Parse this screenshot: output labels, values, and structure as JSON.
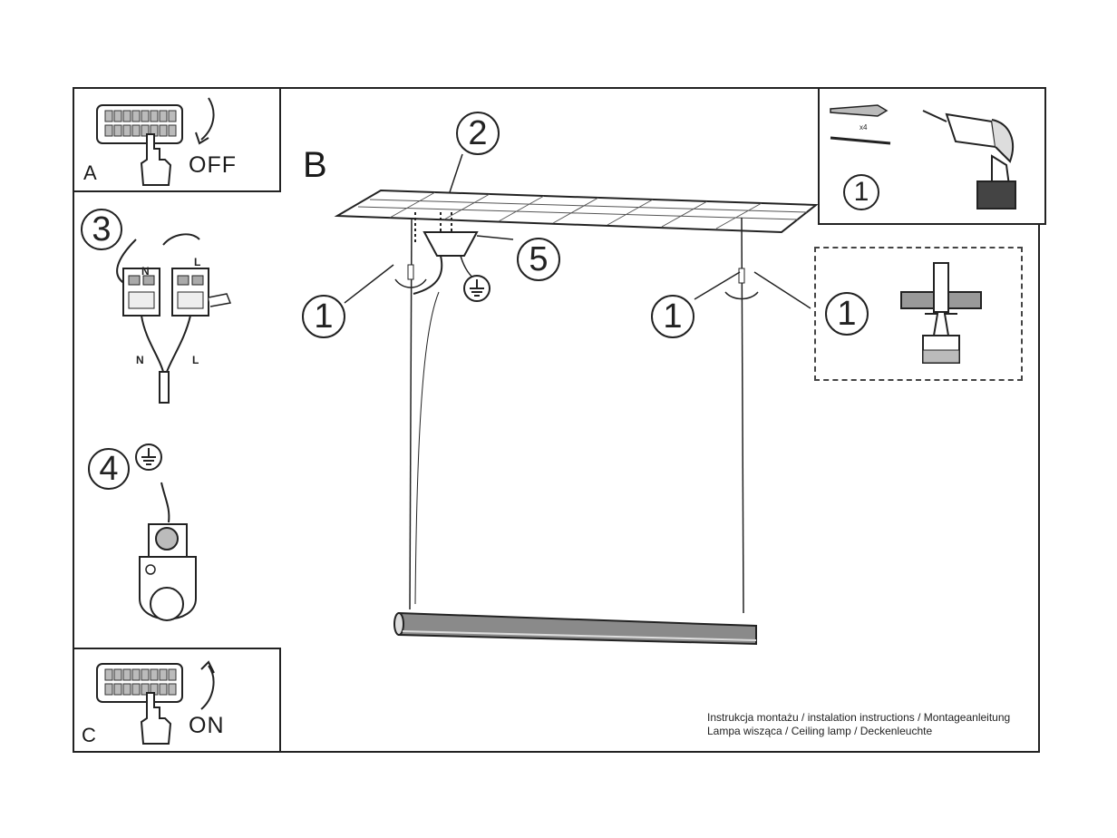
{
  "step_labels": {
    "a": "A",
    "b": "B",
    "c": "C"
  },
  "switch": {
    "off": "OFF",
    "on": "ON"
  },
  "callouts": {
    "c1": "1",
    "c2": "2",
    "c3": "3",
    "c4": "4",
    "c5": "5"
  },
  "wires": {
    "n": "N",
    "l": "L"
  },
  "kit": {
    "qty": "x4"
  },
  "footer": {
    "line1": "Instrukcja montażu / instalation instructions / Montageanleitung",
    "line2": "Lampa wisząca / Ceiling lamp / Deckenleuchte"
  },
  "icons": [
    "fuse-box-icon",
    "hand-icon",
    "arrow-icon",
    "drill-icon",
    "wall-plug-icon",
    "screw-icon",
    "ground-symbol-icon",
    "terminal-block-icon",
    "ceiling-grid-icon",
    "lamp-bar-icon"
  ]
}
